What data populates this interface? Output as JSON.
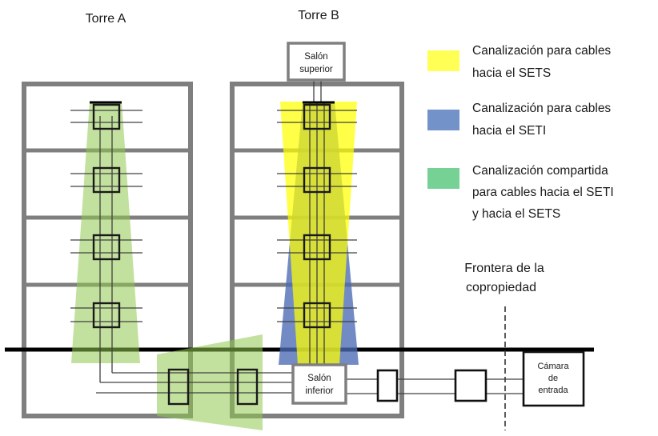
{
  "towers": {
    "a_label": "Torre A",
    "b_label": "Torre B"
  },
  "rooms": {
    "upper_line1": "Salón",
    "upper_line2": "superior",
    "lower_line1": "Salón",
    "lower_line2": "inferior",
    "entry_line1": "Cámara",
    "entry_line2": "de",
    "entry_line3": "entrada"
  },
  "boundary": {
    "line1": "Frontera de la",
    "line2": "copropiedad"
  },
  "legend": {
    "items": [
      {
        "color": "#ffff4d",
        "line1": "Canalización para cables",
        "line2": "hacia el SETS",
        "line3": ""
      },
      {
        "color": "#5b7fbf",
        "line1": "Canalización para cables",
        "line2": "hacia el SETI",
        "line3": ""
      },
      {
        "color": "#66cc88",
        "line1": "Canalización compartida",
        "line2": "para cables hacia el SETI",
        "line3": "y hacia el SETS"
      }
    ]
  },
  "colors": {
    "sets_duct": "#ffff4d",
    "seti_duct": "#5b7fbf",
    "shared_duct": "#92c94f",
    "building": "#7f7f7f",
    "ground": "#000000"
  }
}
